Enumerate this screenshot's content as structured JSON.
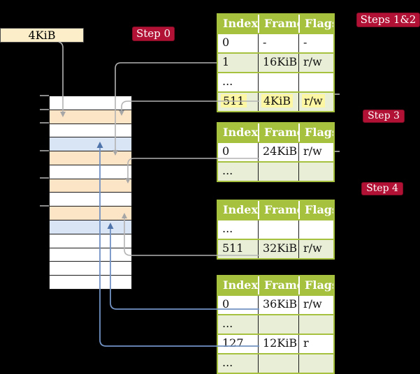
{
  "palette": {
    "background": "#000000",
    "table_header_green": "#a5c13e",
    "table_alt_row_green": "#e9efd6",
    "memory_peach": "#fce4c6",
    "memory_blue": "#d9e4f4",
    "highlight_yellow": "#fdf6a2",
    "step_label_red": "#b01134",
    "offset_box_cream": "#fbeec8",
    "gray_wire": "#b3b3b3",
    "blue_wire": "#7292c4"
  },
  "frame_box": {
    "label": "4KiB"
  },
  "step_labels": {
    "step0": "Step 0",
    "steps12": "Steps 1&2",
    "step3": "Step 3",
    "step4": "Step 4"
  },
  "memory_column": {
    "rows": [
      "white",
      "peach",
      "white",
      "blue",
      "peach",
      "white",
      "peach",
      "white",
      "peach",
      "blue",
      "white",
      "white",
      "white",
      "white"
    ],
    "row_size_kib": 4,
    "tick_boundaries": [
      0,
      1,
      2,
      4,
      6,
      8
    ]
  },
  "page_tables": [
    {
      "name": "steps-1-2",
      "headers": [
        "Index",
        "Frame",
        "Flags"
      ],
      "rows": [
        {
          "cells": [
            "0",
            "-",
            "-"
          ],
          "alt": false,
          "hl": false
        },
        {
          "cells": [
            "1",
            "16KiB",
            "r/w"
          ],
          "alt": true,
          "hl": false
        },
        {
          "cells": [
            "...",
            "",
            ""
          ],
          "alt": false,
          "hl": false
        },
        {
          "cells": [
            "511",
            "4KiB",
            "r/w"
          ],
          "alt": true,
          "hl": true
        }
      ]
    },
    {
      "name": "step-3",
      "headers": [
        "Index",
        "Frame",
        "Flags"
      ],
      "rows": [
        {
          "cells": [
            "0",
            "24KiB",
            "r/w"
          ],
          "alt": false,
          "hl": false
        },
        {
          "cells": [
            "...",
            "",
            ""
          ],
          "alt": true,
          "hl": false
        }
      ]
    },
    {
      "name": "step-4-upper",
      "headers": [
        "Index",
        "Frame",
        "Flags"
      ],
      "rows": [
        {
          "cells": [
            "...",
            "",
            ""
          ],
          "alt": false,
          "hl": false
        },
        {
          "cells": [
            "511",
            "32KiB",
            "r/w"
          ],
          "alt": true,
          "hl": false
        }
      ]
    },
    {
      "name": "step-4-lower",
      "headers": [
        "Index",
        "Frame",
        "Flags"
      ],
      "rows": [
        {
          "cells": [
            "0",
            "36KiB",
            "r/w"
          ],
          "alt": false,
          "hl": false
        },
        {
          "cells": [
            "...",
            "",
            ""
          ],
          "alt": true,
          "hl": false
        },
        {
          "cells": [
            "127",
            "12KiB",
            "r"
          ],
          "alt": false,
          "hl": false
        },
        {
          "cells": [
            "...",
            "",
            ""
          ],
          "alt": true,
          "hl": false
        }
      ]
    }
  ],
  "connectors": [
    {
      "from": "offset-box-4KiB",
      "to": "memory-frame-4KiB",
      "color": "gray"
    },
    {
      "from": "pte-1-16KiB",
      "to": "memory-frame-16KiB",
      "color": "gray"
    },
    {
      "from": "pte-511-4KiB",
      "to": "memory-frame-4KiB",
      "color": "gray"
    },
    {
      "from": "pte-0-24KiB",
      "to": "memory-frame-24KiB",
      "color": "gray"
    },
    {
      "from": "pte-511-32KiB",
      "to": "memory-frame-32KiB",
      "color": "gray"
    },
    {
      "from": "pte-0-36KiB",
      "to": "memory-frame-36KiB",
      "color": "blue"
    },
    {
      "from": "pte-127-12KiB",
      "to": "memory-frame-12KiB",
      "color": "blue"
    }
  ]
}
